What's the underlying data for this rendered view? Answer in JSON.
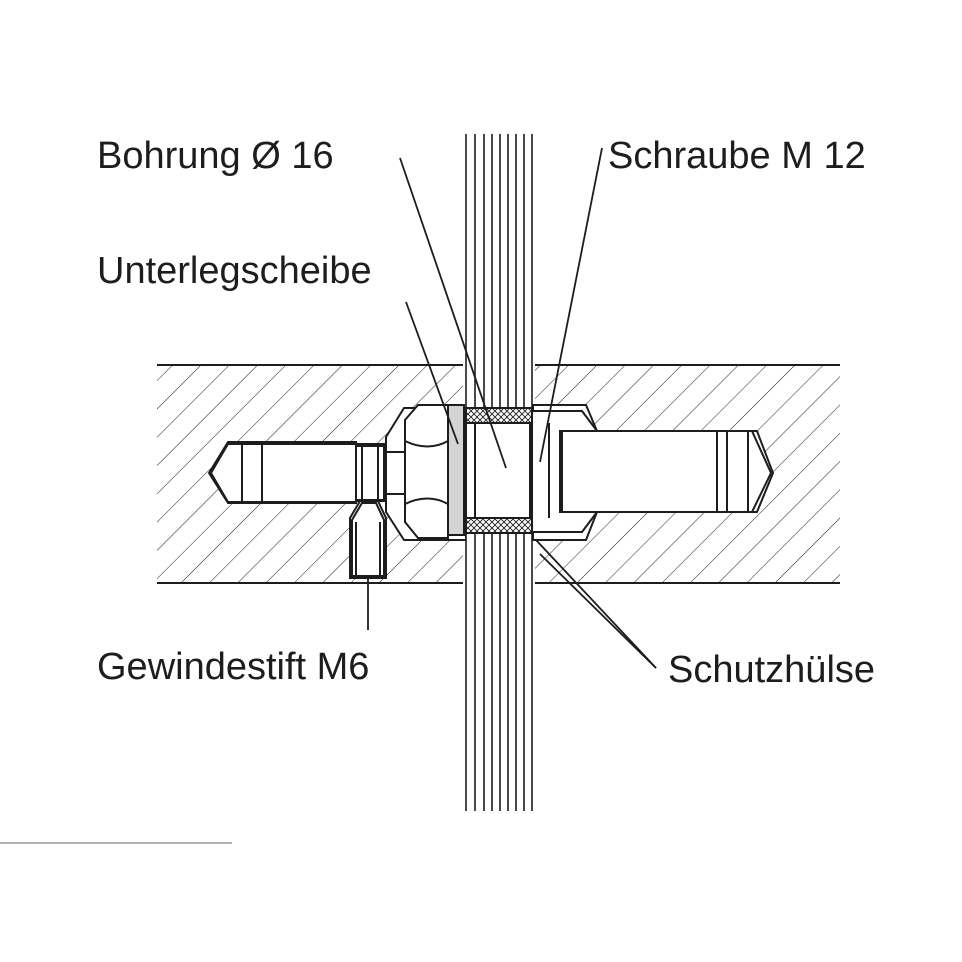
{
  "labels": {
    "bohrung": "Bohrung Ø 16",
    "schraube": "Schraube M 12",
    "unterlegscheibe": "Unterlegscheibe",
    "gewindestift": "Gewindestift M6",
    "schutzhuelse": "Schutzhülse"
  },
  "colors": {
    "ink": "#1d1d1d",
    "washer_fill": "#d4d4d4",
    "background": "#ffffff",
    "divider": "#b3b3b3"
  }
}
